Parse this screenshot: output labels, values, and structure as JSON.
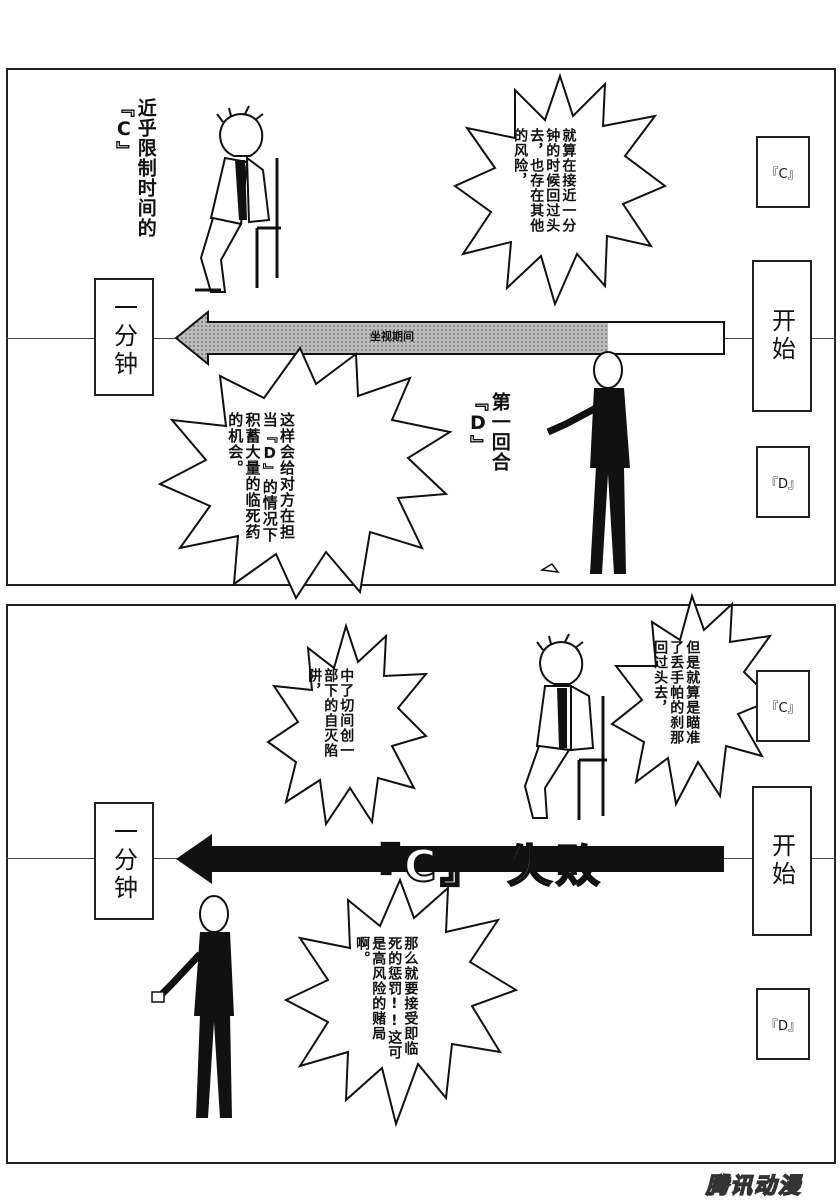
{
  "panel1": {
    "caption_near_limit": "近乎限制时间的『C』",
    "bubble_risk": "就算在接近一分钟的时候回过头去，也存在其他的风险，",
    "arrow_label": "坐视期间",
    "start_label": "开始",
    "minute_label": "一分钟",
    "c_label": "『C』",
    "d_label": "『D』",
    "caption_round": "第一回合『D』",
    "bubble_chance": "这样会给对方在担当『D』的情况下积蓄大量的临死药的机会。"
  },
  "panel2": {
    "bubble_glance": "但是就算是瞄准了丢手帕的刹那回过头去，",
    "bubble_trap": "中了切间创一部下的自灭陷阱，",
    "fail_label": "『C』 失败",
    "start_label": "开始",
    "minute_label": "一分钟",
    "c_label": "『C』",
    "d_label": "『D』",
    "bubble_penalty": "那么就要接受即临死的惩罚!!这可是高风险的赌局啊。"
  },
  "watermark": "腾讯动漫",
  "colors": {
    "ink": "#111111",
    "paper": "#ffffff",
    "arrow_gray": "#9a9a9a"
  }
}
